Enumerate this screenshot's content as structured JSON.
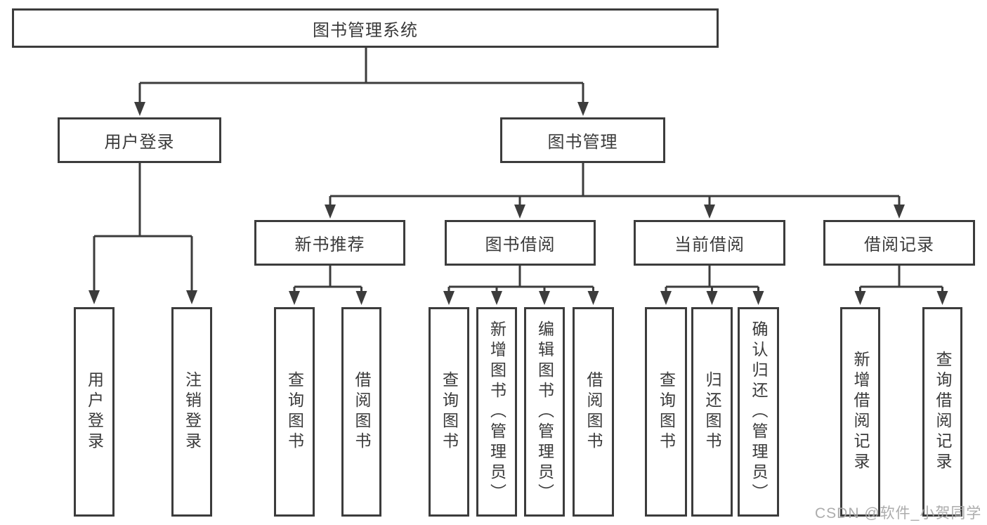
{
  "diagram_type": "functional-structure-tree",
  "hierarchy": {
    "label": "图书管理系统",
    "children": [
      {
        "label": "用户登录",
        "children": [
          {
            "label": "用户登录"
          },
          {
            "label": "注销登录"
          }
        ]
      },
      {
        "label": "图书管理",
        "children": [
          {
            "label": "新书推荐",
            "children": [
              {
                "label": "查询图书"
              },
              {
                "label": "借阅图书"
              }
            ]
          },
          {
            "label": "图书借阅",
            "children": [
              {
                "label": "查询图书"
              },
              {
                "label": "新增图书（管理员）"
              },
              {
                "label": "编辑图书（管理员）"
              },
              {
                "label": "借阅图书"
              }
            ]
          },
          {
            "label": "当前借阅",
            "children": [
              {
                "label": "查询图书"
              },
              {
                "label": "归还图书"
              },
              {
                "label": "确认归还（管理员）"
              }
            ]
          },
          {
            "label": "借阅记录",
            "children": [
              {
                "label": "新增借阅记录"
              },
              {
                "label": "查询借阅记录"
              }
            ]
          }
        ]
      }
    ]
  },
  "watermark": {
    "text": "CSDN @软件_小贺同学"
  },
  "colors": {
    "line": "#3c3c3c",
    "box_border": "#3c3c3c",
    "box_fill": "#ffffff",
    "text": "#3a3a3a",
    "watermark": "#a8a8a8",
    "background": "#ffffff"
  }
}
